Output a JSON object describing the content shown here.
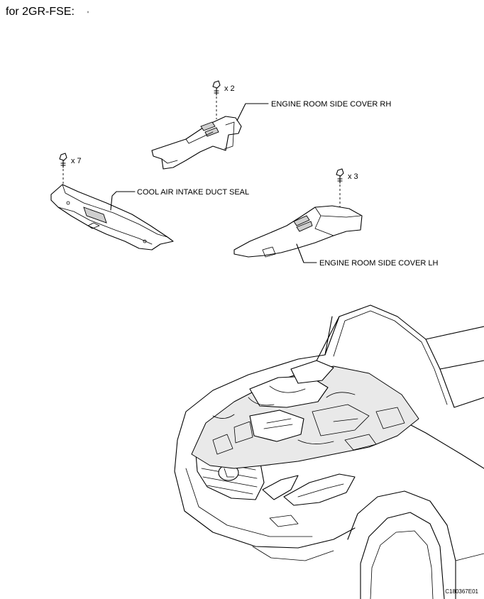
{
  "heading": "for 2GR-FSE:",
  "figure_id": "C180367E01",
  "callouts": {
    "rh_cover": "ENGINE ROOM SIDE COVER RH",
    "duct_seal": "COOL AIR INTAKE DUCT SEAL",
    "lh_cover": "ENGINE ROOM SIDE COVER LH"
  },
  "fasteners": {
    "rh_qty": "x 2",
    "duct_qty": "x 7",
    "lh_qty": "x 3"
  }
}
